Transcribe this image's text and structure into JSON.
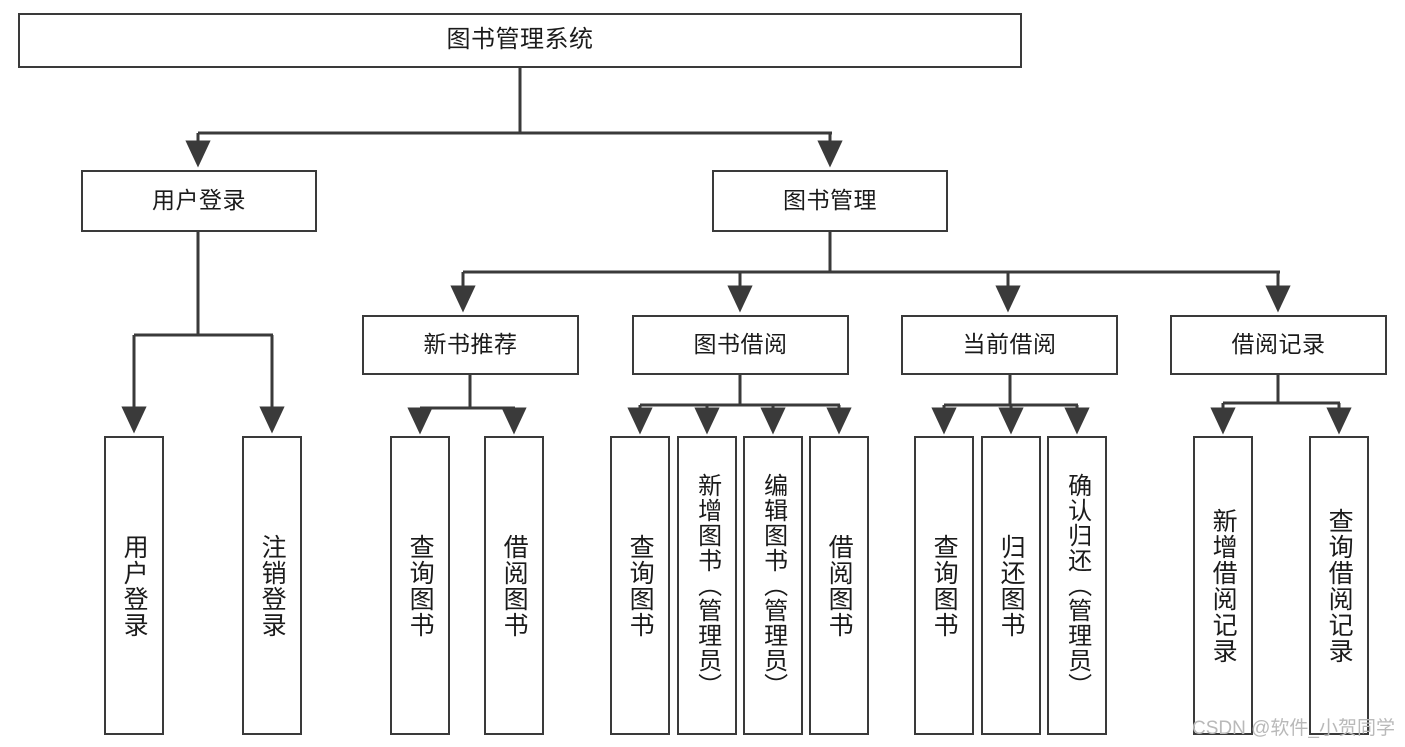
{
  "diagram": {
    "title": "图书管理系统",
    "type": "tree",
    "style": {
      "background": "#ffffff",
      "box_border": "#3a3a3a",
      "box_fill": "#ffffff",
      "edge_color": "#3a3a3a",
      "text_color": "#1b1b1b",
      "watermark_color": "#b9b9b9"
    },
    "nodes": {
      "root": {
        "label": "图书管理系统"
      },
      "level2": [
        {
          "id": "user-login",
          "label": "用户登录"
        },
        {
          "id": "book-manage",
          "label": "图书管理"
        }
      ],
      "level3": [
        {
          "id": "new-book-recommend",
          "label": "新书推荐"
        },
        {
          "id": "book-borrow",
          "label": "图书借阅"
        },
        {
          "id": "current-borrow",
          "label": "当前借阅"
        },
        {
          "id": "borrow-record",
          "label": "借阅记录"
        }
      ],
      "leaves": {
        "user-login": [
          {
            "id": "leaf-user-login",
            "label": "用户登录"
          },
          {
            "id": "leaf-logout",
            "label": "注销登录"
          }
        ],
        "new-book-recommend": [
          {
            "id": "leaf-query-book-1",
            "label": "查询图书"
          },
          {
            "id": "leaf-borrow-book-1",
            "label": "借阅图书"
          }
        ],
        "book-borrow": [
          {
            "id": "leaf-query-book-2",
            "label": "查询图书"
          },
          {
            "id": "leaf-add-book",
            "label": "新增图书（管理员）"
          },
          {
            "id": "leaf-edit-book",
            "label": "编辑图书（管理员）"
          },
          {
            "id": "leaf-borrow-book-2",
            "label": "借阅图书"
          }
        ],
        "current-borrow": [
          {
            "id": "leaf-query-book-3",
            "label": "查询图书"
          },
          {
            "id": "leaf-return-book",
            "label": "归还图书"
          },
          {
            "id": "leaf-confirm-return",
            "label": "确认归还（管理员）"
          }
        ],
        "borrow-record": [
          {
            "id": "leaf-add-record",
            "label": "新增借阅记录"
          },
          {
            "id": "leaf-query-record",
            "label": "查询借阅记录"
          }
        ]
      }
    },
    "watermark": "CSDN @软件_小贺同学"
  }
}
